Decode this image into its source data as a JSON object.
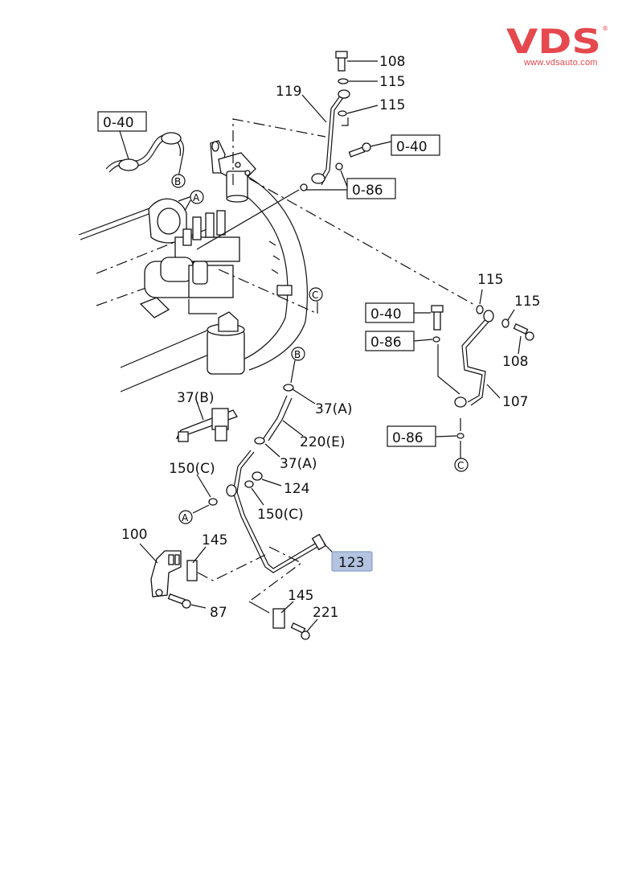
{
  "brand": {
    "logo_text": "VDS",
    "registered_mark": "®",
    "website": "www.vdsauto.com",
    "color": "#e5484d"
  },
  "diagram": {
    "title": "",
    "highlight_color": "#b3c3e0",
    "reference_boxes": [
      {
        "id": "ref-040-top-left",
        "text": "0-40"
      },
      {
        "id": "ref-040-top-right",
        "text": "0-40"
      },
      {
        "id": "ref-086-top",
        "text": "0-86"
      },
      {
        "id": "ref-040-right",
        "text": "0-40"
      },
      {
        "id": "ref-086-right",
        "text": "0-86"
      },
      {
        "id": "ref-086-bottom",
        "text": "0-86"
      }
    ],
    "part_labels": [
      {
        "id": "p108-top",
        "text": "108"
      },
      {
        "id": "p115-top1",
        "text": "115"
      },
      {
        "id": "p119",
        "text": "119"
      },
      {
        "id": "p115-top2",
        "text": "115"
      },
      {
        "id": "p115-right1",
        "text": "115"
      },
      {
        "id": "p115-right2",
        "text": "115"
      },
      {
        "id": "p108-right",
        "text": "108"
      },
      {
        "id": "p107",
        "text": "107"
      },
      {
        "id": "p37b",
        "text": "37(B)"
      },
      {
        "id": "p37a-1",
        "text": "37(A)"
      },
      {
        "id": "p220e",
        "text": "220(E)"
      },
      {
        "id": "p37a-2",
        "text": "37(A)"
      },
      {
        "id": "p150c-1",
        "text": "150(C)"
      },
      {
        "id": "p124",
        "text": "124"
      },
      {
        "id": "p150c-2",
        "text": "150(C)"
      },
      {
        "id": "p100",
        "text": "100"
      },
      {
        "id": "p145-1",
        "text": "145"
      },
      {
        "id": "p87",
        "text": "87"
      },
      {
        "id": "p145-2",
        "text": "145"
      },
      {
        "id": "p221",
        "text": "221"
      }
    ],
    "highlighted_part": {
      "id": "p123",
      "text": "123"
    },
    "connector_markers": [
      {
        "id": "marker-a-top",
        "text": "A"
      },
      {
        "id": "marker-b-top",
        "text": "B"
      },
      {
        "id": "marker-c-mid",
        "text": "C"
      },
      {
        "id": "marker-b-mid",
        "text": "B"
      },
      {
        "id": "marker-c-right",
        "text": "C"
      },
      {
        "id": "marker-a-bottom",
        "text": "A"
      }
    ]
  }
}
